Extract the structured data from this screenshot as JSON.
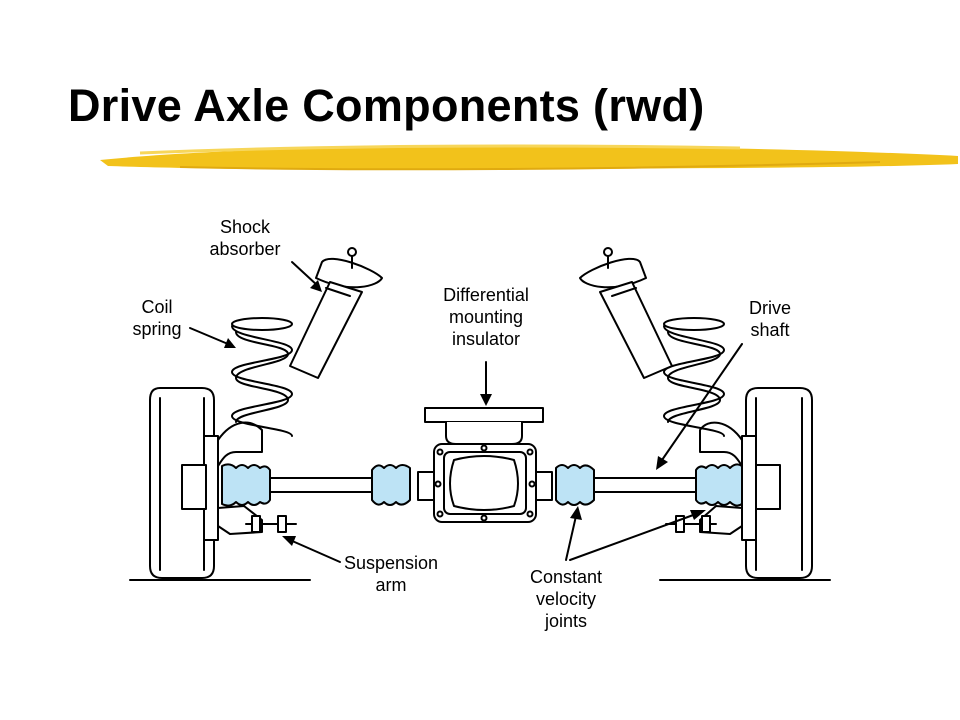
{
  "slide": {
    "title": "Drive Axle Components (rwd)"
  },
  "colors": {
    "highlight": "#f2c21b",
    "cv_boot": "#bde3f5",
    "line": "#000000"
  },
  "labels": {
    "shock_absorber": [
      "Shock",
      "absorber"
    ],
    "coil_spring": [
      "Coil",
      "spring"
    ],
    "differential_mounting_insulator": [
      "Differential",
      "mounting",
      "insulator"
    ],
    "drive_shaft": [
      "Drive",
      "shaft"
    ],
    "suspension_arm": [
      "Suspension",
      "arm"
    ],
    "constant_velocity_joints": [
      "Constant",
      "velocity",
      "joints"
    ]
  }
}
